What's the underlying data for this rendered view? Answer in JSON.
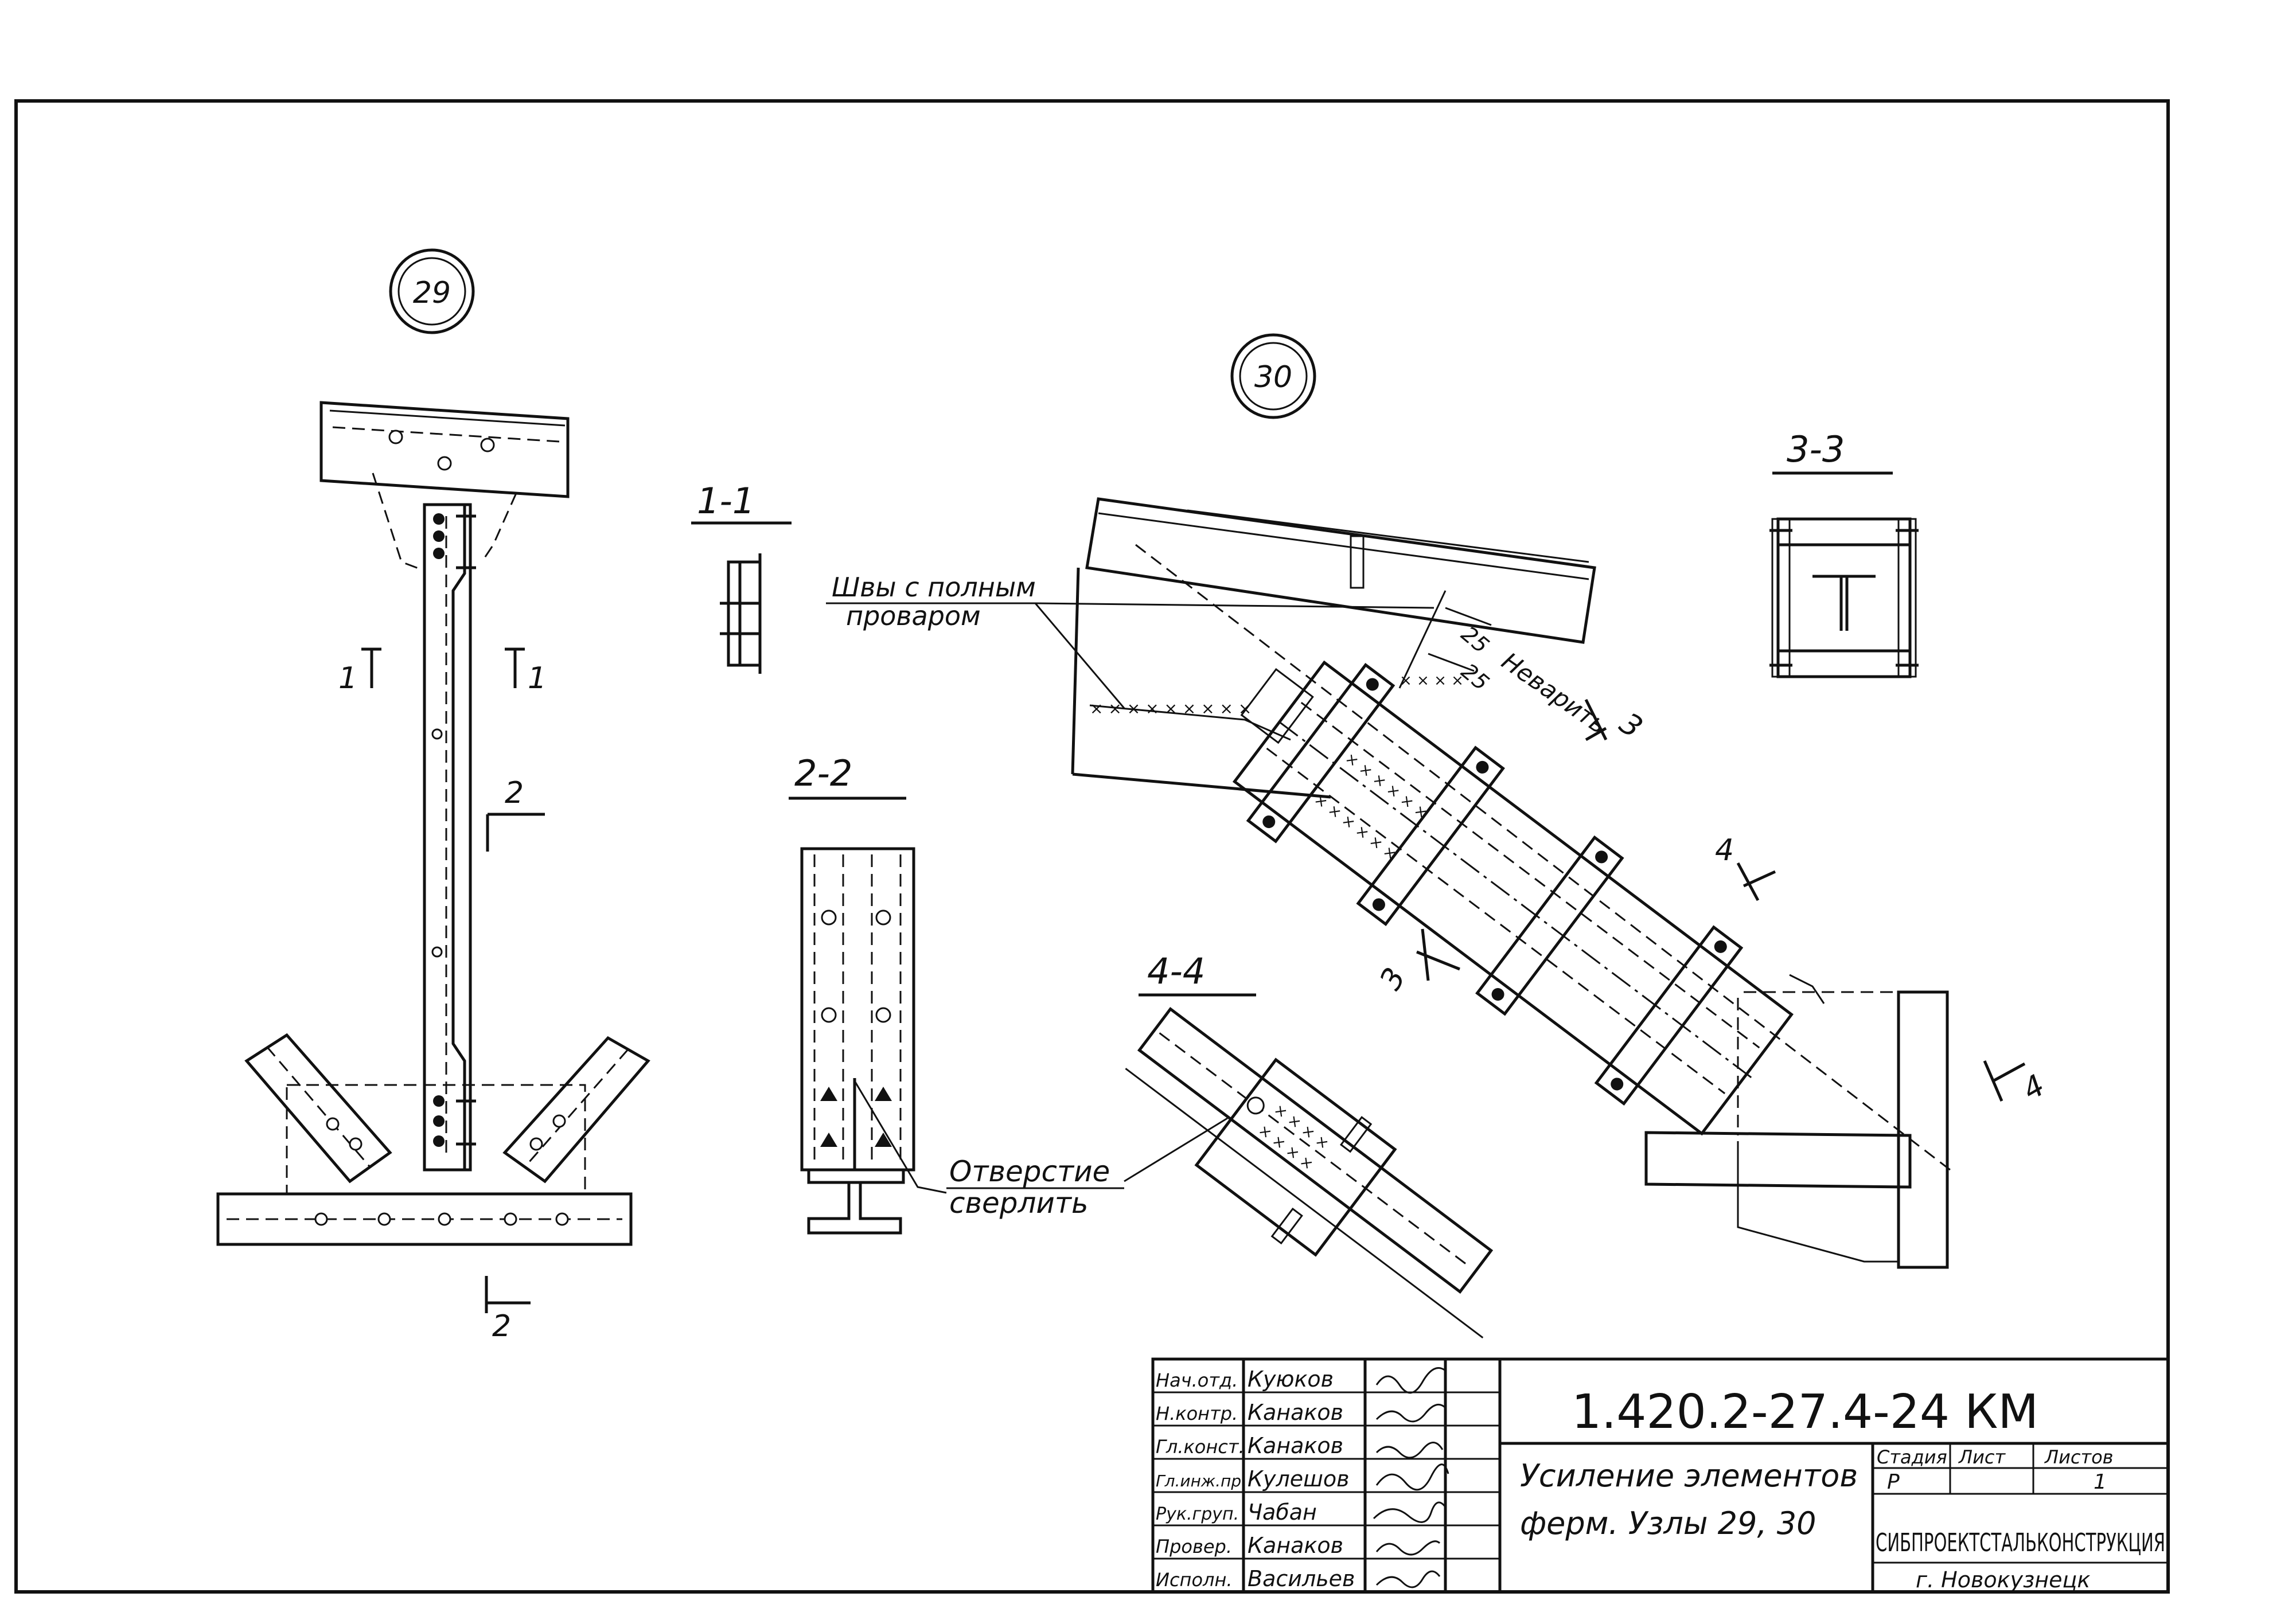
{
  "drawing": {
    "node_markers": [
      "29",
      "30"
    ],
    "section_titles": [
      "1-1",
      "2-2",
      "3-3",
      "4-4"
    ],
    "cut_marks": {
      "s1_left": "1",
      "s1_right": "1",
      "s2_top": "2",
      "s2_bottom": "2",
      "s3_top": "3",
      "s3_bottom": "3",
      "s4_top": "4",
      "s4_right": "4"
    },
    "annotations": {
      "welds_line1": "Швы с полным",
      "welds_line2": "проваром",
      "no_weld": "Неварить",
      "dim_25a": "25",
      "dim_25b": "25",
      "hole_line1": "Отверстие",
      "hole_line2": "сверлить"
    }
  },
  "title_block": {
    "document_code": "1.420.2-27.4-24 КМ",
    "title_line1": "Усиление элементов",
    "title_line2": "ферм.  Узлы 29, 30",
    "stage_header": "Стадия",
    "sheet_header": "Лист",
    "sheets_header": "Листов",
    "stage_value": "Р",
    "sheet_value": "",
    "sheets_value": "1",
    "organization": "СИБПРОЕКТСТАЛЬКОНСТРУКЦИЯ",
    "city": "г. Новокузнецк",
    "signatures": [
      {
        "role": "Нач.отд.",
        "name": "Куюков"
      },
      {
        "role": "Н.контр.",
        "name": "Канаков"
      },
      {
        "role": "Гл.конст.",
        "name": "Канаков"
      },
      {
        "role": "Гл.инж.пр.",
        "name": "Кулешов"
      },
      {
        "role": "Рук.груп.",
        "name": "Чабан"
      },
      {
        "role": "Провер.",
        "name": "Канаков"
      },
      {
        "role": "Исполн.",
        "name": "Васильев"
      }
    ]
  }
}
